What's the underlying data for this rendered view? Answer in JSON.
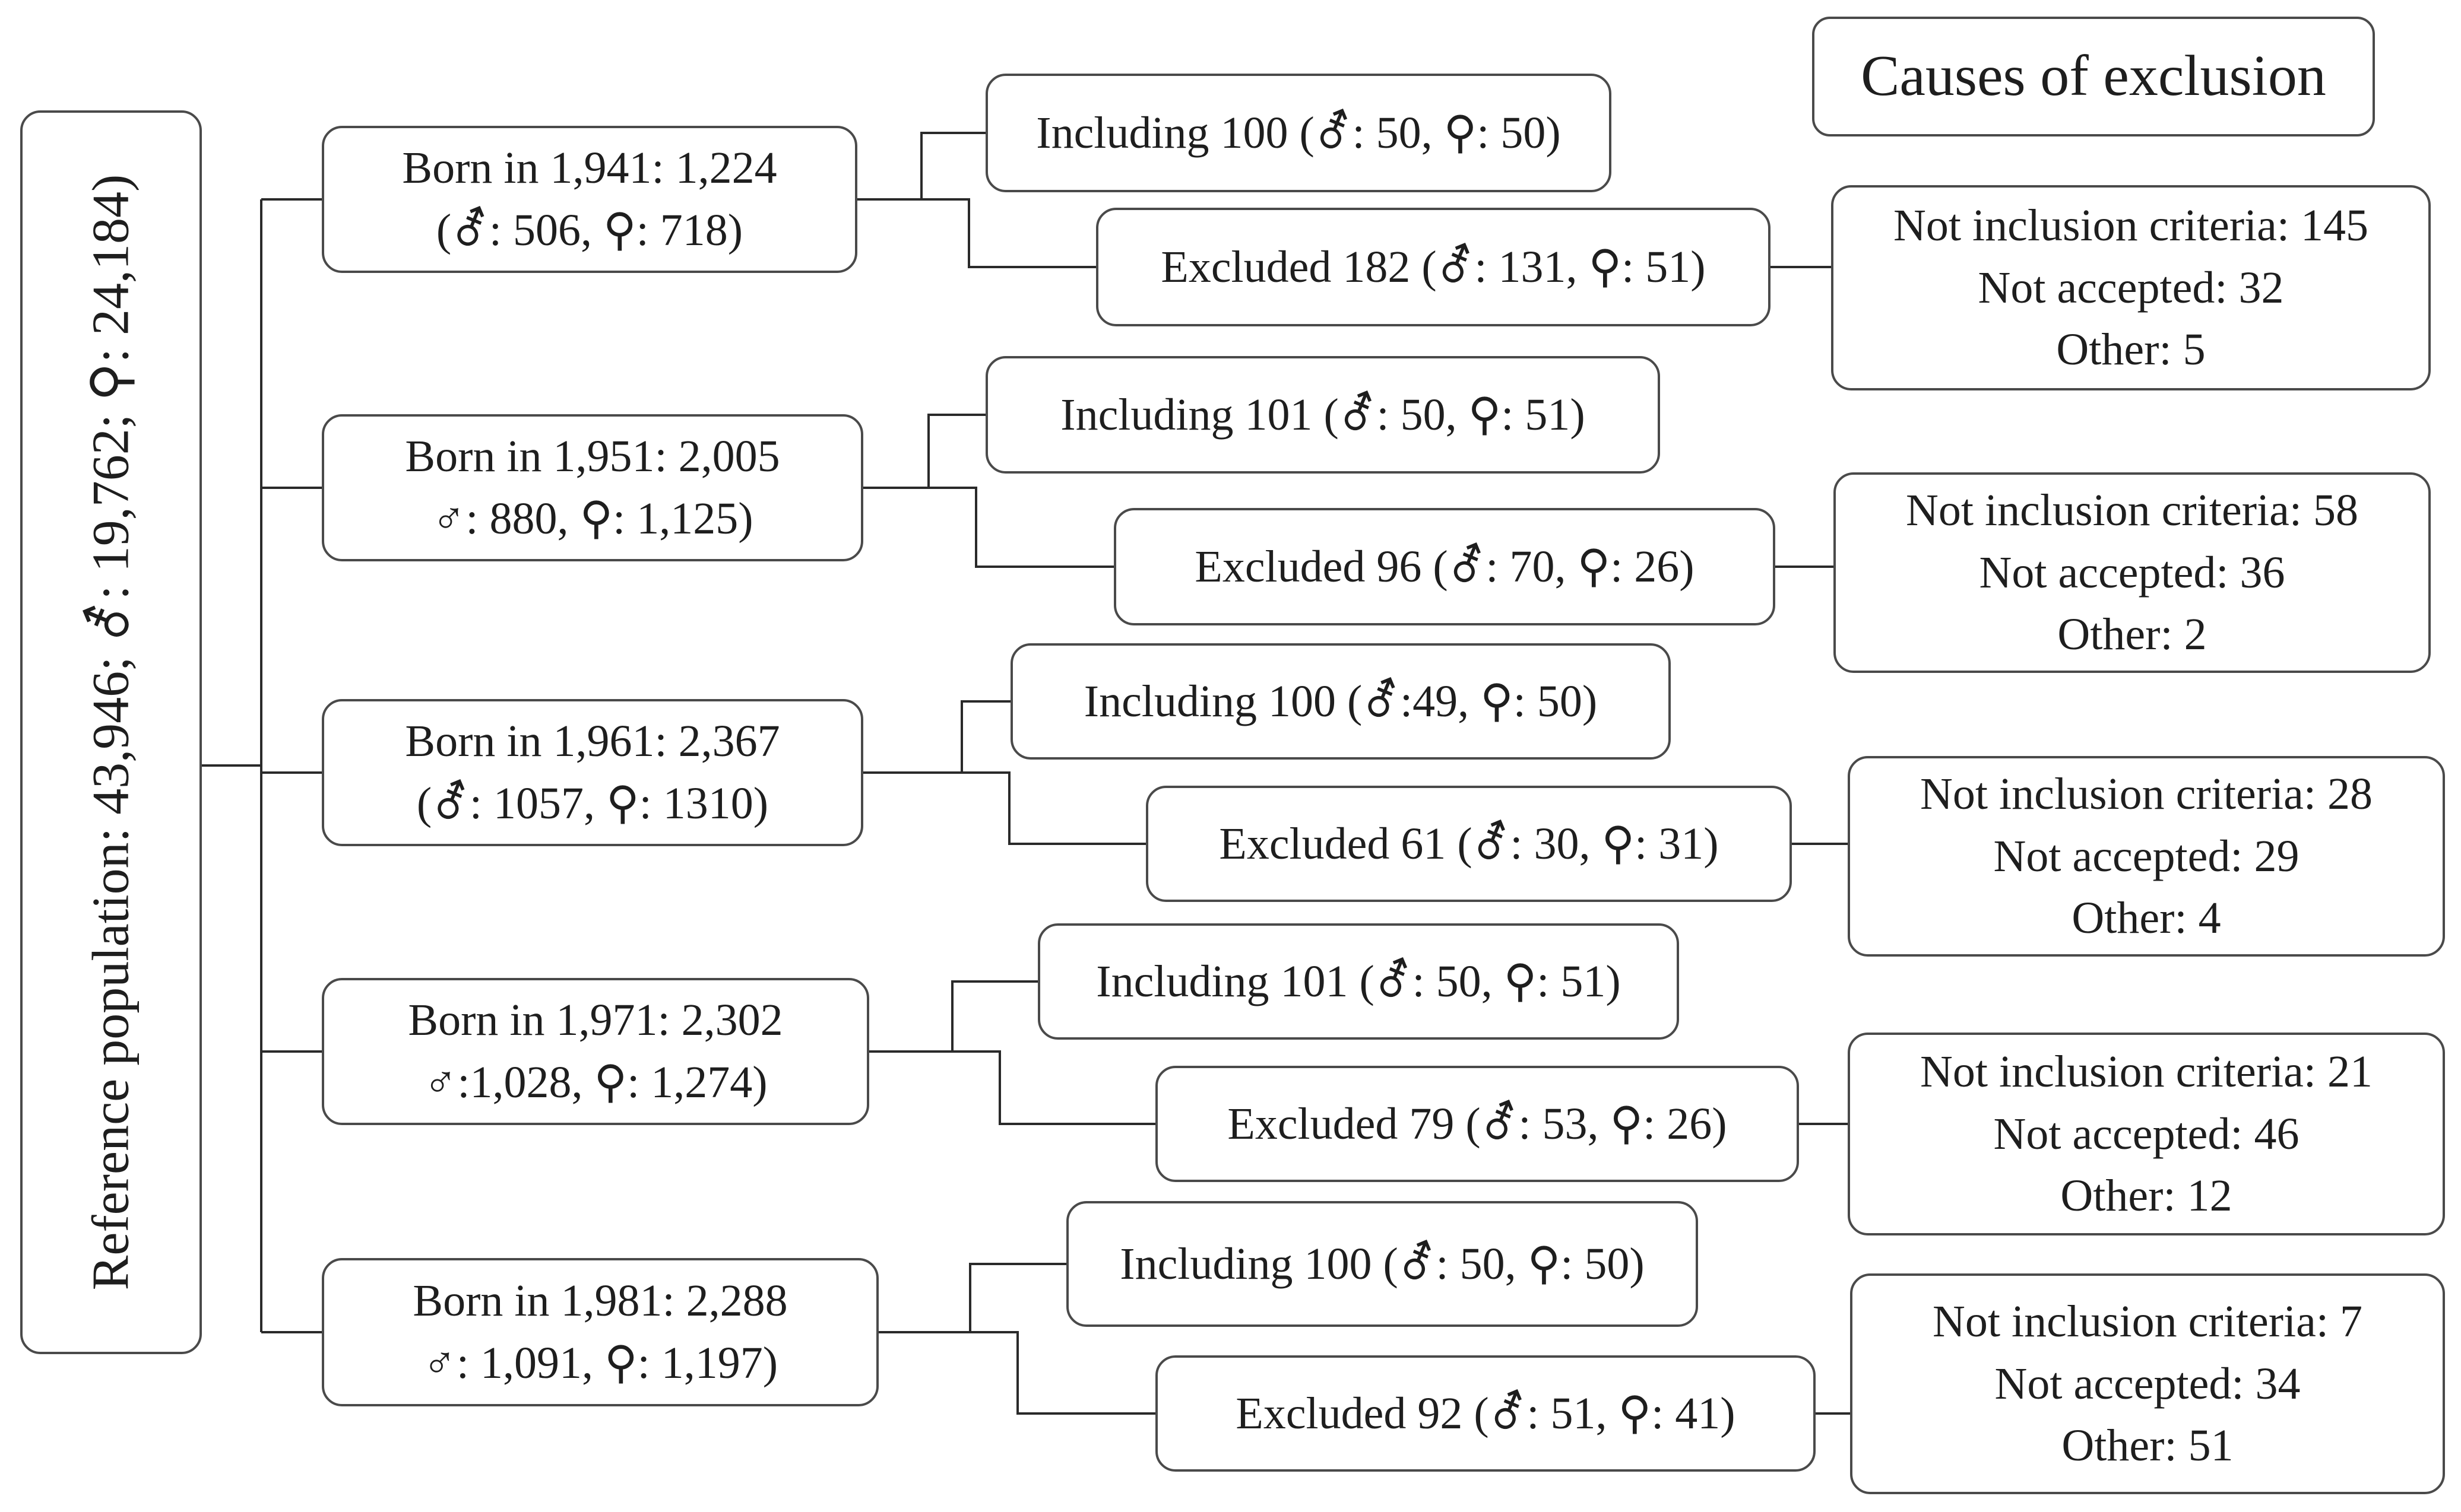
{
  "title": "Causes of exclusion",
  "reference": "Reference population: 43,946; ⚦: 19,762; ⚲: 24,184)",
  "cohorts": [
    {
      "born": [
        "Born in 1,941: 1,224",
        "(⚦: 506, ⚲: 718)"
      ],
      "included": "Including 100 (⚦: 50, ⚲: 50)",
      "excluded": "Excluded 182 (⚦: 131, ⚲: 51)",
      "causes": [
        "Not inclusion criteria: 145",
        "Not accepted: 32",
        "Other: 5"
      ]
    },
    {
      "born": [
        "Born in 1,951: 2,005",
        "♂: 880, ⚲: 1,125)"
      ],
      "included": "Including 101 (⚦: 50, ⚲: 51)",
      "excluded": "Excluded 96 (⚦: 70, ⚲: 26)",
      "causes": [
        "Not inclusion criteria: 58",
        "Not accepted: 36",
        "Other: 2"
      ]
    },
    {
      "born": [
        "Born in 1,961: 2,367",
        "(⚦: 1057, ⚲: 1310)"
      ],
      "included": "Including 100 (⚦:49, ⚲: 50)",
      "excluded": "Excluded 61 (⚦: 30, ⚲: 31)",
      "causes": [
        "Not inclusion criteria: 28",
        "Not accepted: 29",
        "Other: 4"
      ]
    },
    {
      "born": [
        "Born in 1,971: 2,302",
        "♂:1,028, ⚲: 1,274)"
      ],
      "included": "Including 101 (⚦: 50, ⚲: 51)",
      "excluded": "Excluded 79 (⚦: 53, ⚲: 26)",
      "causes": [
        "Not inclusion criteria: 21",
        "Not accepted: 46",
        "Other: 12"
      ]
    },
    {
      "born": [
        "Born in 1,981: 2,288",
        "♂: 1,091, ⚲: 1,197)"
      ],
      "included": "Including 100 (⚦: 50, ⚲: 50)",
      "excluded": "Excluded 92 (⚦: 51, ⚲: 41)",
      "causes": [
        "Not inclusion criteria: 7",
        "Not accepted: 34",
        "Other: 51"
      ]
    }
  ]
}
